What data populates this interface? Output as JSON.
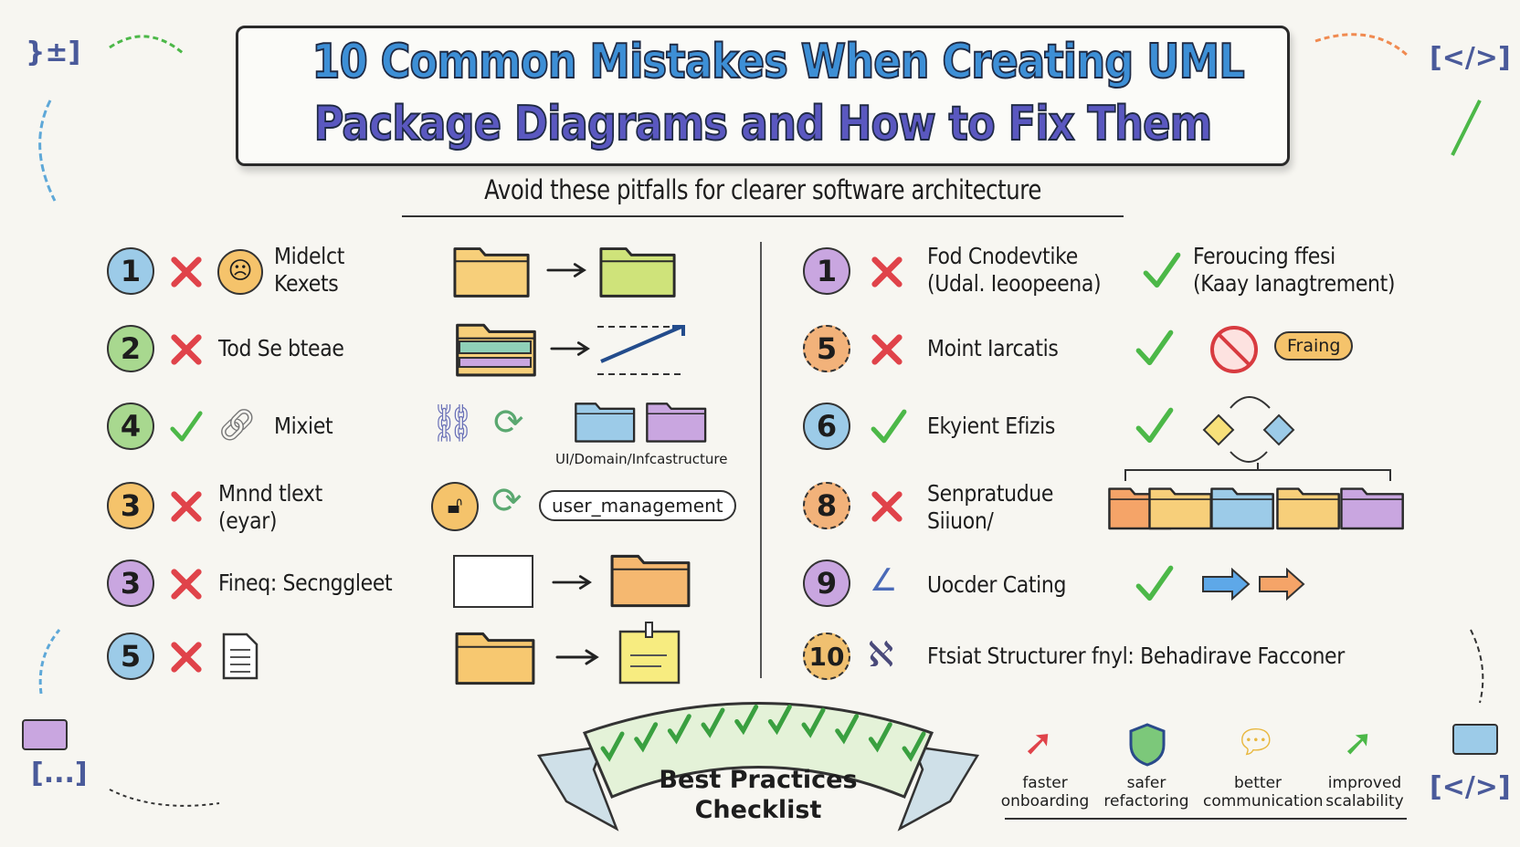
{
  "title": {
    "line1": "10 Common Mistakes When Creating UML",
    "line2": "Package Diagrams and How to Fix Them"
  },
  "subtitle": "Avoid these pitfalls for clearer software architecture",
  "left_rows": [
    {
      "number": "1",
      "mark": "x",
      "label": [
        "Midelct",
        "Kexets"
      ],
      "color": "#9ccbe8"
    },
    {
      "number": "2",
      "mark": "x",
      "label": [
        "Tod Se bteae"
      ],
      "color": "#a8d88f"
    },
    {
      "number": "4",
      "mark": "check",
      "label": [
        "Mixiet"
      ],
      "caption": "UI/Domain/Infcastructure",
      "color": "#a8d88f"
    },
    {
      "number": "3",
      "mark": "x",
      "label": [
        "Mnnd tlext",
        "(eyar)"
      ],
      "pill": "user_management",
      "color": "#f5c36b"
    },
    {
      "number": "3",
      "mark": "x",
      "label": [
        "Fineq: Secnggleet"
      ],
      "color": "#c9a6e0"
    },
    {
      "number": "5",
      "mark": "x",
      "label": [],
      "color": "#9ccbe8"
    }
  ],
  "right_rows": [
    {
      "number": "1",
      "mark": "x",
      "label": [
        "Fod Cnodevtike",
        "(Udal. Ieoopeena)"
      ],
      "fix": [
        "Ferоucing ffesi",
        "(Kaay Ianagtrement)"
      ],
      "color": "#c9a6e0"
    },
    {
      "number": "5",
      "mark": "x",
      "label": [
        "Moint Iarcatis"
      ],
      "tag": "Fraing",
      "color": "#f2b27a"
    },
    {
      "number": "6",
      "mark": "check",
      "label": [
        "Ekyient Efizis"
      ],
      "color": "#9ccbe8"
    },
    {
      "number": "8",
      "mark": "x",
      "label": [
        "Senpratudue",
        "Siiuon/"
      ],
      "color": "#f2b27a"
    },
    {
      "number": "9",
      "mark": "link",
      "label": [
        "Uocder Cating"
      ],
      "color": "#c9a6e0"
    },
    {
      "number": "10",
      "mark": "tangle",
      "label": [
        "Ftsiat Structurer fnyl: Behadirave Facconer"
      ],
      "color": "#f0c070"
    }
  ],
  "ribbon": {
    "line1": "Best Practices",
    "line2": "Checklist",
    "checks": 10
  },
  "benefits": [
    {
      "icon": "rocket-icon",
      "line1": "faster",
      "line2": "onboarding"
    },
    {
      "icon": "shield-icon",
      "line1": "safer",
      "line2": "refactoring"
    },
    {
      "icon": "chat-bubbles-icon",
      "line1": "better",
      "line2": "communication"
    },
    {
      "icon": "growth-arrow-icon",
      "line1": "improved",
      "line2": "scalability"
    }
  ],
  "corners": {
    "top_left": "}±]",
    "top_right": "[</>]",
    "bottom_left": "[...]",
    "bottom_right": "[</>]"
  },
  "colors": {
    "red": "#e0434a",
    "green": "#4cb848",
    "blue": "#3d8fd6",
    "purple": "#5a58c0"
  }
}
